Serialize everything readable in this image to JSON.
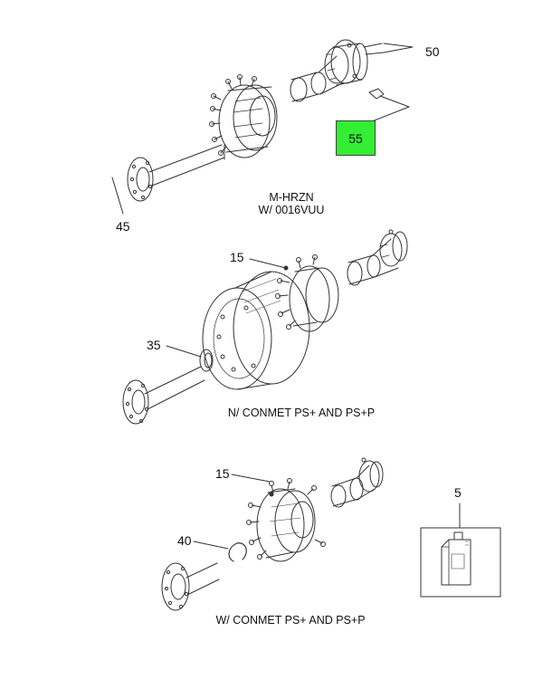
{
  "callouts": {
    "c50": "50",
    "c55": "55",
    "c45": "45",
    "c15a": "15",
    "c35": "35",
    "c15b": "15",
    "c40": "40",
    "c5": "5"
  },
  "captions": {
    "top_line1": "M-HRZN",
    "top_line2": "W/ 0016VUU",
    "middle": "N/ CONMET PS+ AND PS+P",
    "bottom": "W/ CONMET PS+ AND PS+P"
  },
  "colors": {
    "highlight": "#33ee33",
    "line": "#333333"
  }
}
